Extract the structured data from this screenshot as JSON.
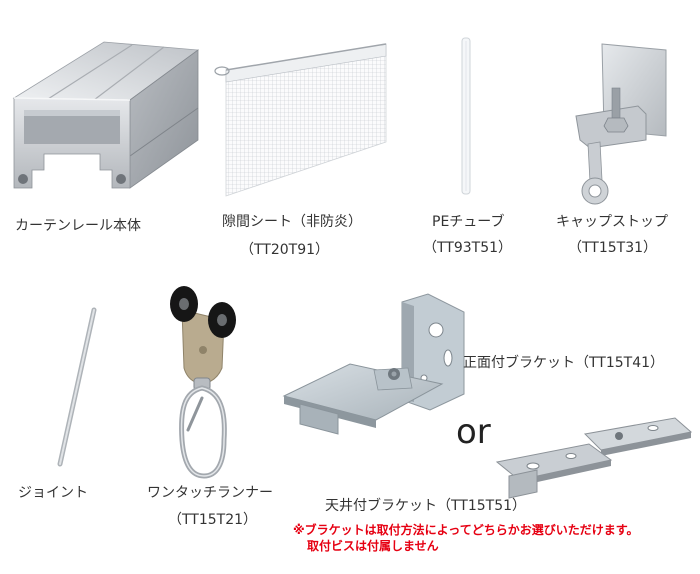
{
  "parts": {
    "rail": {
      "label": "カーテンレール本体"
    },
    "gap_sheet": {
      "label": "隙間シート（非防炎）",
      "code": "（TT20T91）"
    },
    "pe_tube": {
      "label": "PEチューブ",
      "code": "（TT93T51）"
    },
    "cap_stop": {
      "label": "キャップストップ",
      "code": "（TT15T31）"
    },
    "joint": {
      "label": "ジョイント"
    },
    "runner": {
      "label": "ワンタッチランナー",
      "code": "（TT15T21）"
    },
    "front_bracket": {
      "label": "正面付ブラケット（TT15T41）"
    },
    "ceiling_bracket": {
      "label": "天井付ブラケット（TT15T51）"
    }
  },
  "separator": "or",
  "note": {
    "line1": "※ブラケットは取付方法によってどちらかお選びいただけます。",
    "line2": "取付ビスは付属しません"
  },
  "colors": {
    "background": "#ffffff",
    "text": "#333333",
    "note": "#e60012"
  }
}
